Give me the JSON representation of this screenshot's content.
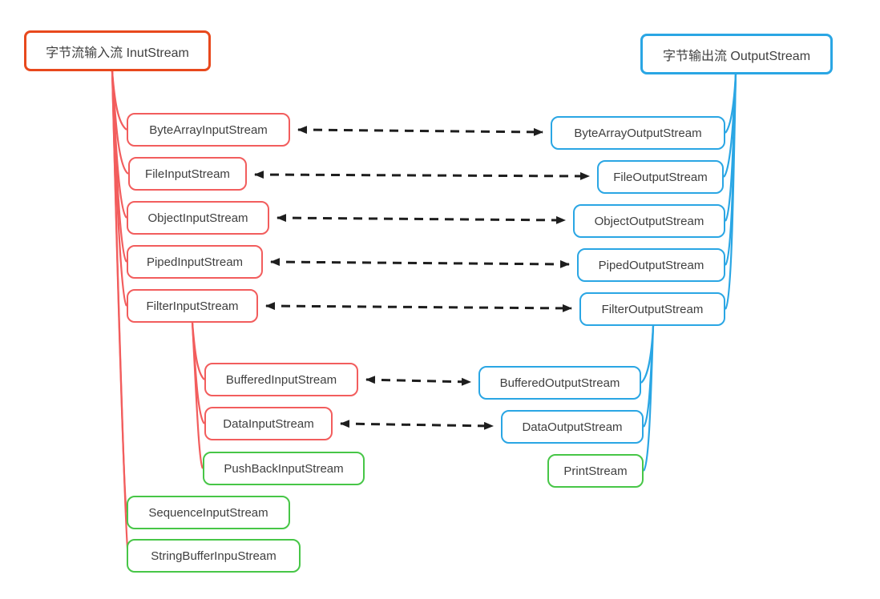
{
  "diagram": {
    "title": "Java byte stream class hierarchy mind map",
    "roots": {
      "input": {
        "label": "字节流输入流 InutStream"
      },
      "output": {
        "label": "字节输出流 OutputStream"
      }
    },
    "input_children": [
      {
        "label": "ByteArrayInputStream",
        "color": "#f25d5d"
      },
      {
        "label": "FileInputStream",
        "color": "#f25d5d"
      },
      {
        "label": "ObjectInputStream",
        "color": "#f25d5d"
      },
      {
        "label": "PipedInputStream",
        "color": "#f25d5d"
      },
      {
        "label": "FilterInputStream",
        "color": "#f25d5d"
      }
    ],
    "filter_input_children": [
      {
        "label": "BufferedInputStream",
        "color": "#f25d5d"
      },
      {
        "label": "DataInputStream",
        "color": "#f25d5d"
      },
      {
        "label": "PushBackInputStream",
        "color": "#47c647"
      }
    ],
    "input_extra_children": [
      {
        "label": "SequenceInputStream",
        "color": "#47c647"
      },
      {
        "label": "StringBufferInpuStream",
        "color": "#47c647"
      }
    ],
    "output_children": [
      {
        "label": "ByteArrayOutputStream",
        "color": "#2aa6e4"
      },
      {
        "label": "FileOutputStream",
        "color": "#2aa6e4"
      },
      {
        "label": "ObjectOutputStream",
        "color": "#2aa6e4"
      },
      {
        "label": "PipedOutputStream",
        "color": "#2aa6e4"
      },
      {
        "label": "FilterOutputStream",
        "color": "#2aa6e4"
      }
    ],
    "filter_output_children": [
      {
        "label": "BufferedOutputStream",
        "color": "#2aa6e4"
      },
      {
        "label": "DataOutputStream",
        "color": "#2aa6e4"
      },
      {
        "label": "PrintStream",
        "color": "#47c647"
      }
    ],
    "arrow_links": [
      [
        "ByteArrayInputStream",
        "ByteArrayOutputStream"
      ],
      [
        "FileInputStream",
        "FileOutputStream"
      ],
      [
        "ObjectInputStream",
        "ObjectOutputStream"
      ],
      [
        "PipedInputStream",
        "PipedOutputStream"
      ],
      [
        "FilterInputStream",
        "FilterOutputStream"
      ],
      [
        "BufferedInputStream",
        "BufferedOutputStream"
      ],
      [
        "DataInputStream",
        "DataOutputStream"
      ]
    ],
    "colors": {
      "input_root_border": "#e8491d",
      "input_branch": "#f25d5d",
      "output_branch": "#2aa6e4",
      "leaf_green": "#47c647",
      "arrow": "#1e1e1e",
      "text": "#3f3f3f",
      "background": "#ffffff"
    }
  }
}
